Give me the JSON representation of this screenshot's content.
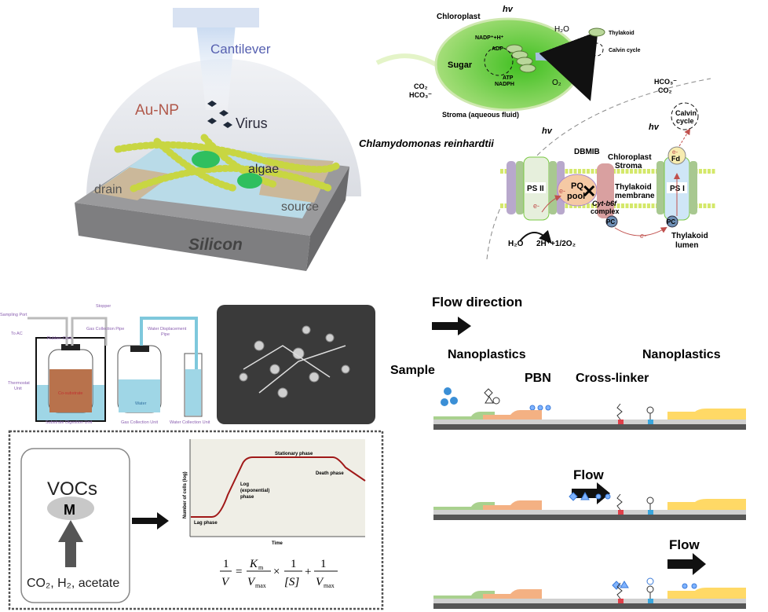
{
  "device_panel": {
    "cantilever": "Cantilever",
    "au_np": "Au-NP",
    "virus": "Virus",
    "algae": "algae",
    "drain": "drain",
    "source": "source",
    "silicon": "Silicon"
  },
  "chloroplast_panel": {
    "hv": "hv",
    "chloroplast": "Chloroplast",
    "h2o": "H₂O",
    "nadp": "NADP⁺+H⁺",
    "adp": "ADP",
    "sugar": "Sugar",
    "atp": "ATP",
    "nadph": "NADPH",
    "o2": "O₂",
    "co2": "CO₂",
    "hco3": "HCO₃⁻",
    "stroma_fluid": "Stroma (aqueous fluid)",
    "legend_thylakoid": "Thylakoid",
    "legend_calvin": "Calvin cycle",
    "species": "Chlamydomonas reinhardtii",
    "hco3_top": "HCO₃⁻",
    "co2_top": "CO₂",
    "calvin": "Calvin",
    "cycle": "cycle",
    "dbmib": "DBMIB",
    "chloroplast_stroma_1": "Chloroplast",
    "chloroplast_stroma_2": "Stroma",
    "fd": "Fd",
    "e_minus": "e-",
    "ps2": "PS II",
    "pq": "PQ",
    "pool": "pool",
    "thylakoid_membrane_1": "Thylakoid",
    "thylakoid_membrane_2": "membrane",
    "ps1": "PS I",
    "cyt_1": "Cyt-b6f",
    "cyt_2": "complex",
    "pc": "PC",
    "water": "H₂O",
    "products": "2H⁺+1/2O₂",
    "lumen_1": "Thylakoid",
    "lumen_2": "lumen"
  },
  "apparatus_panel": {
    "sampling_port": "Sampling Port",
    "stopper": "Stopper",
    "to_ac": "To AC",
    "rubber_cork": "Rubber Cork",
    "gas_pipe": "Gas Collection Pipe",
    "water_pipe_1": "Water Displacement",
    "water_pipe_2": "Pipe",
    "thermostat_1": "Thermostat",
    "thermostat_2": "Unit",
    "co_substrate": "Co-substrate",
    "water": "Water",
    "digestion_unit": "Substrate Digestion Unit",
    "gas_unit": "Gas Collection Unit",
    "water_unit": "Water Collection Unit"
  },
  "voc_panel": {
    "vocs": "VOCs",
    "m": "M",
    "inputs": "CO₂, H₂, acetate"
  },
  "growth_curve": {
    "ylabel": "Number of cells (log)",
    "xlabel": "Time",
    "lag": "Lag phase",
    "log_1": "Log",
    "log_2": "(exponential)",
    "log_3": "phase",
    "stationary": "Stationary phase",
    "death": "Death phase"
  },
  "equation": {
    "one": "1",
    "v": "V",
    "km": "K",
    "km_sub": "m",
    "vmax": "V",
    "max_sub": "max",
    "times": "×",
    "s": "[S]",
    "plus": "+",
    "equals": "="
  },
  "flow_panel": {
    "flow_direction": "Flow direction",
    "sample": "Sample",
    "nanoplastics_left": "Nanoplastics",
    "pbn": "PBN",
    "cross_linker": "Cross-linker",
    "nanoplastics_right": "Nanoplastics",
    "flow_2": "Flow",
    "flow_3": "Flow"
  },
  "colors": {
    "membrane_green": "#7ac943",
    "electron_red": "#c0504d",
    "pad_green": "#a9d18e",
    "pad_orange": "#f4b183",
    "pad_yellow": "#ffd966",
    "marker_red": "#e0404a",
    "marker_blue": "#3aa6dd",
    "curve_red": "#a01818"
  }
}
